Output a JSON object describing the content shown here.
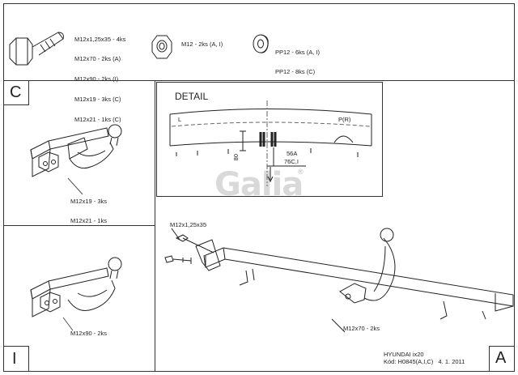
{
  "parts": {
    "bolt_lines": [
      "M12x1,25x35 - 4ks",
      "M12x70 - 2ks (A)",
      "M12x90 - 2ks (I)",
      "M12x19 - 3ks (C)",
      "M12x21 - 1ks (C)"
    ],
    "nut_label": "M12 - 2ks (A, I)",
    "washer_lines": [
      "PP12 - 6ks (A, I)",
      "PP12 - 8ks (C)"
    ]
  },
  "panel_c": {
    "letter": "C",
    "bolt_lines": [
      "M12x19 - 3ks",
      "M12x21 - 1ks"
    ]
  },
  "panel_i": {
    "letter": "I",
    "bolt_label": "M12x90 - 2ks"
  },
  "detail": {
    "title": "DETAIL",
    "left_label": "L",
    "right_label": "P(R)",
    "dim_vertical": "80",
    "dim_a": "56A",
    "dim_ci": "76C,I"
  },
  "watermark": {
    "text": "Galia",
    "reg": "®"
  },
  "panel_a": {
    "letter": "A",
    "bolt_top": "M12x1,25x35",
    "bolt_bottom": "M12x70 - 2ks"
  },
  "footer": {
    "model": "HYUNDAI ix20",
    "code": "Kód: H0845(A,I,C)   4. 1. 2011"
  }
}
